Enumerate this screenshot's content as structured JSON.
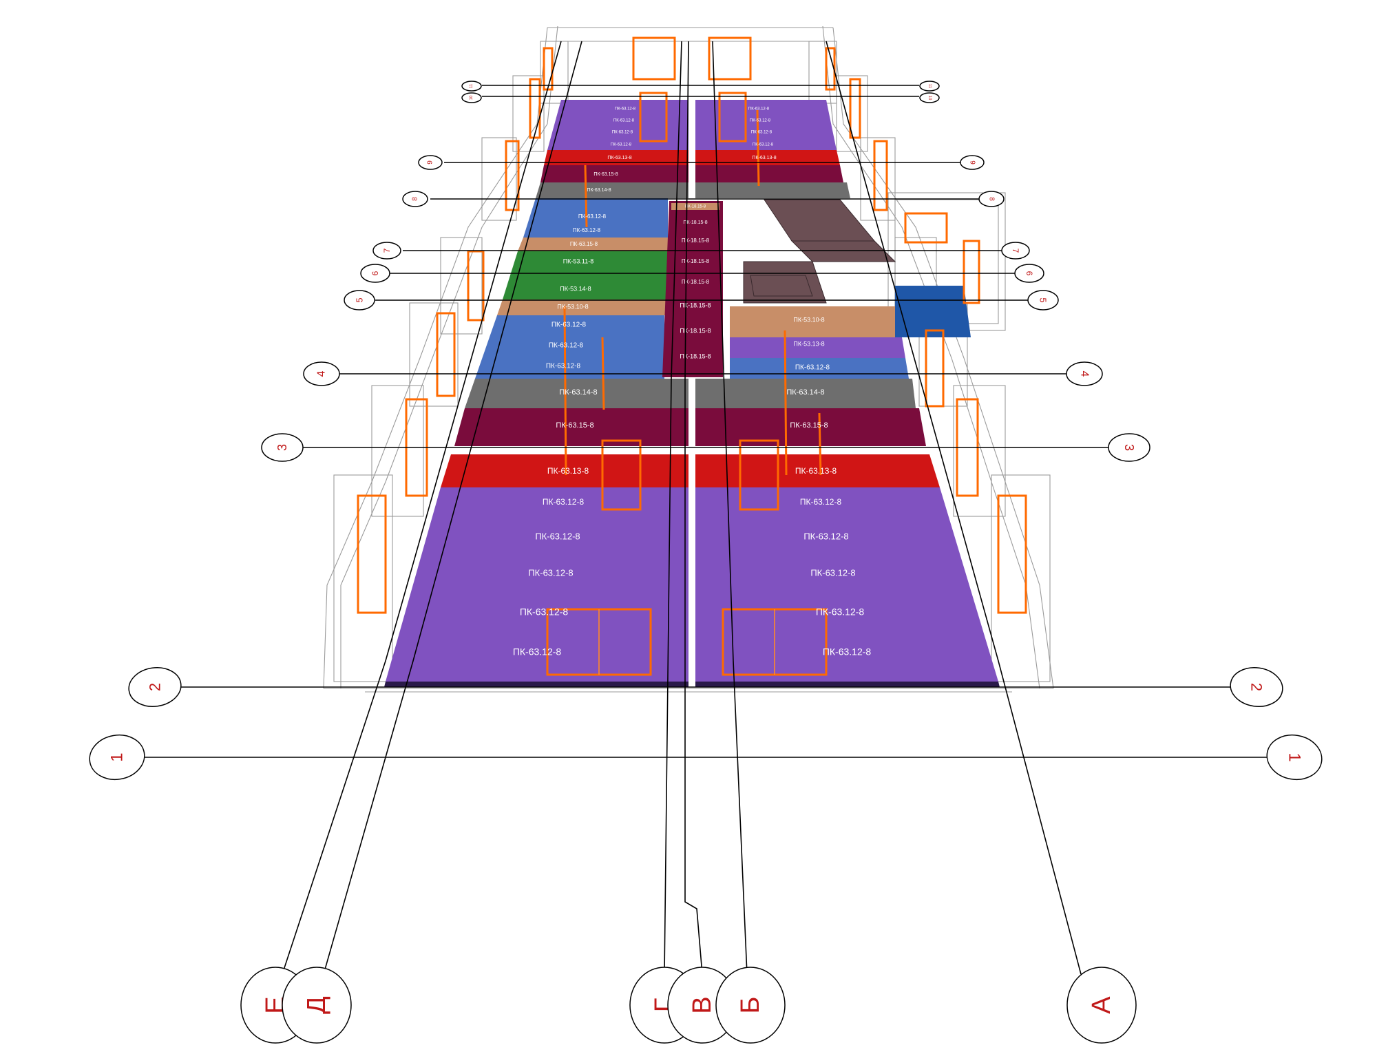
{
  "colors": {
    "purple": "#8052c0",
    "red": "#d01515",
    "maroon": "#7a0c3c",
    "gray": "#6e6e6e",
    "blue": "#4a72c2",
    "tan": "#c88e68",
    "green": "#2e8a36",
    "darkblue": "#1f57a8",
    "orange": "#ff6a00",
    "axisText": "#c01818"
  },
  "slabs": {
    "front_left": [
      "ПК-63.12-8",
      "ПК-63.12-8",
      "ПК-63.12-8",
      "ПК-63.12-8",
      "ПК-63.12-8",
      "ПК-63.13-8"
    ],
    "front_right": [
      "ПК-63.12-8",
      "ПК-63.12-8",
      "ПК-63.12-8",
      "ПК-63.12-8",
      "ПК-63.12-8",
      "ПК-63.13-8"
    ],
    "row_3_left": "ПК-63.15-8",
    "row_3_right": "ПК-63.15-8",
    "row_4_left": "ПК-63.14-8",
    "row_4_right": "ПК-63.14-8",
    "middle_left": [
      "ПК-63.12-8",
      "ПК-63.12-8",
      "ПК-63.12-8",
      "ПК-53.10-8",
      "ПК-53.14-8",
      "ПК-53.11-8",
      "ПК-63.15-8",
      "ПК-63.12-8",
      "ПК-63.12-8",
      "ПК-63.14-8",
      "ПК-63.15-8"
    ],
    "corridor": [
      "ПК-18.15-8",
      "ПК-18.15-8",
      "ПК-18.15-8",
      "ПК-18.15-8",
      "ПК-18.15-8",
      "ПК-18.15-8",
      "ПК-18.15-8",
      "ПК-18.15-8"
    ],
    "middle_right": [
      "ПК-63.12-8",
      "ПК-53.13-8",
      "ПК-53.10-8"
    ],
    "back_left": [
      "ПК-63.13-8",
      "ПК-63.12-8",
      "ПК-63.12-8",
      "ПК-63.12-8",
      "ПК-63.12-8"
    ],
    "back_right": [
      "ПК-63.13-8",
      "ПК-63.12-8",
      "ПК-63.12-8",
      "ПК-63.12-8",
      "ПК-63.12-8"
    ]
  },
  "axes": {
    "rows": [
      "1",
      "2",
      "3",
      "4",
      "5",
      "6",
      "7",
      "8",
      "9",
      "10",
      "11"
    ],
    "columns": [
      "Е",
      "Д",
      "Г",
      "В",
      "Б",
      "А"
    ]
  }
}
